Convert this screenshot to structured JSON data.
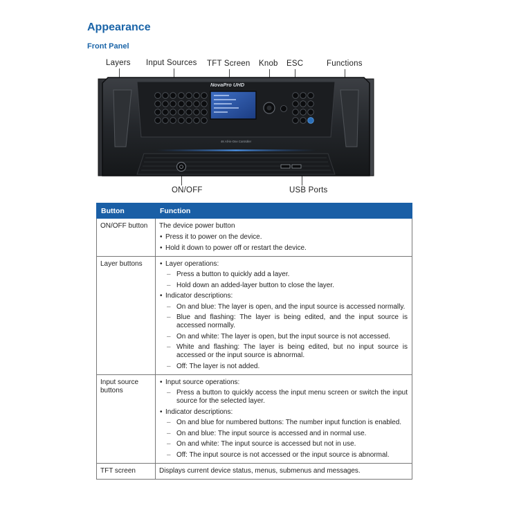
{
  "heading": "Appearance",
  "subheading": "Front Panel",
  "callouts": {
    "layers": "Layers",
    "input_sources": "Input Sources",
    "tft_screen": "TFT Screen",
    "knob": "Knob",
    "esc": "ESC",
    "functions": "Functions",
    "on_off": "ON/OFF",
    "usb_ports": "USB Ports"
  },
  "device": {
    "brand": "NovaPro UHD",
    "tagline": "4K All-in-One Controller"
  },
  "table": {
    "headers": [
      "Button",
      "Function"
    ],
    "rows": [
      {
        "name": "ON/OFF button",
        "intro": "The device power button",
        "bullets": [
          {
            "text": "Press it to power on the device.",
            "subs": []
          },
          {
            "text": "Hold it down to power off or restart the device.",
            "subs": []
          }
        ]
      },
      {
        "name": "Layer buttons",
        "intro": "",
        "bullets": [
          {
            "text": "Layer operations:",
            "subs": [
              "Press a button to quickly add a layer.",
              "Hold down an added-layer button to close the layer."
            ]
          },
          {
            "text": "Indicator descriptions:",
            "subs": [
              "On and blue: The layer is open, and the input source is accessed normally.",
              "Blue and flashing: The layer is being edited, and the input source is accessed normally.",
              "On and white: The layer is open, but the input source is not accessed.",
              "White and flashing: The layer is being edited, but no input source is accessed or the input source is abnormal.",
              "Off: The layer is not added."
            ]
          }
        ]
      },
      {
        "name": "Input source buttons",
        "intro": "",
        "bullets": [
          {
            "text": "Input source operations:",
            "subs": [
              "Press a button to quickly access the input menu screen or switch the input source for the selected layer."
            ]
          },
          {
            "text": "Indicator descriptions:",
            "subs": [
              "On and blue for numbered buttons: The number input function is enabled.",
              "On and blue: The input source is accessed and in normal use.",
              "On and white: The input source is accessed but not in use.",
              "Off: The input source is not accessed or the input source is abnormal."
            ]
          }
        ]
      },
      {
        "name": "TFT screen",
        "intro": "Displays current device status, menus, submenus and messages.",
        "bullets": []
      }
    ]
  }
}
